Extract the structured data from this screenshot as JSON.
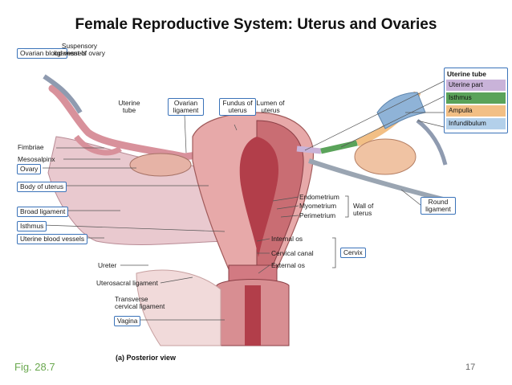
{
  "title": "Female Reproductive System: Uterus and Ovaries",
  "labels": {
    "ovarian_blood_vessels": "Ovarian blood vessels",
    "suspensory_ligament": "Suspensory ligament of ovary",
    "uterine_tube": "Uterine tube",
    "ovarian_ligament": "Ovarian ligament",
    "fundus": "Fundus of uterus",
    "lumen": "Lumen of uterus",
    "fimbriae": "Fimbriae",
    "mesosalpinx": "Mesosalpinx",
    "ovary": "Ovary",
    "body_of_uterus": "Body of uterus",
    "broad_ligament": "Broad ligament",
    "isthmus": "Isthmus",
    "uterine_blood_vessels": "Uterine blood vessels",
    "ureter": "Ureter",
    "uterosacral_ligament": "Uterosacral ligament",
    "transverse_cervical": "Transverse cervical ligament",
    "vagina": "Vagina",
    "endometrium": "Endometrium",
    "myometrium": "Myometrium",
    "perimetrium": "Perimetrium",
    "wall_of_uterus": "Wall of uterus",
    "internal_os": "Internal os",
    "cervical_canal": "Cervical canal",
    "external_os": "External os",
    "cervix": "Cervix",
    "round_ligament": "Round ligament"
  },
  "tube_legend": {
    "header": "Uterine tube",
    "items": [
      {
        "label": "Uterine part",
        "color": "#c9b3d9"
      },
      {
        "label": "Isthmus",
        "color": "#5aa35a"
      },
      {
        "label": "Ampulla",
        "color": "#f2bf85"
      },
      {
        "label": "Infundibulum",
        "color": "#b3d0ea"
      }
    ]
  },
  "caption": "(a) Posterior view",
  "fig_ref": "Fig. 28.7",
  "page_number": "17"
}
